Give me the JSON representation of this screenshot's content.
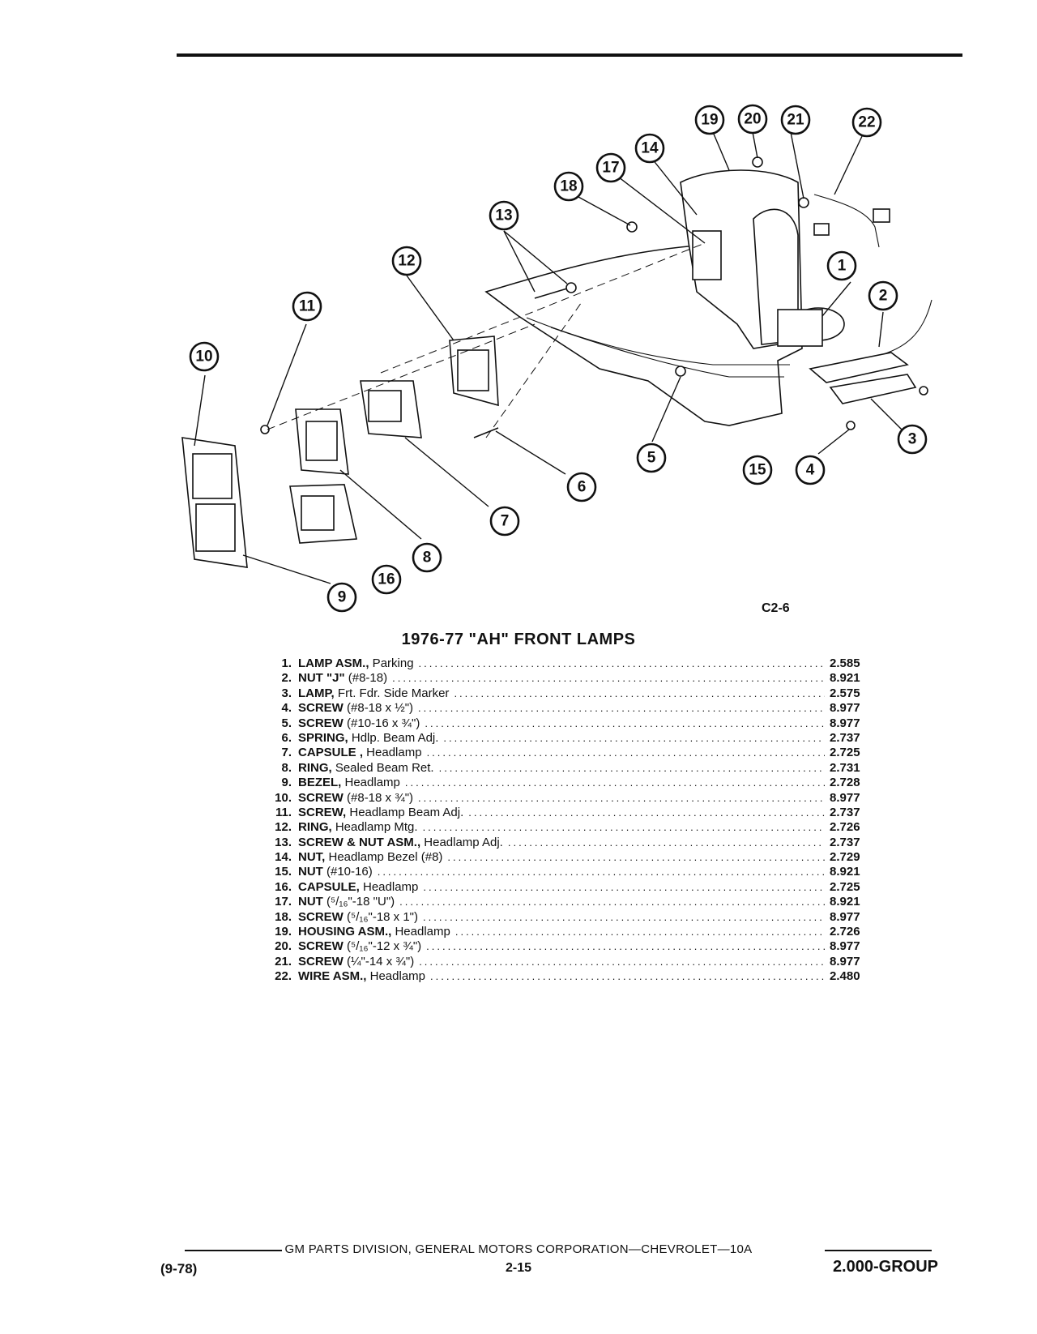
{
  "figure": {
    "code": "C2-6",
    "callouts": [
      "1",
      "2",
      "3",
      "4",
      "5",
      "6",
      "7",
      "8",
      "9",
      "10",
      "11",
      "12",
      "13",
      "14",
      "15",
      "16",
      "17",
      "18",
      "19",
      "20",
      "21",
      "22"
    ]
  },
  "section_title": "1976-77 \"AH\" FRONT LAMPS",
  "parts": [
    {
      "no": "1.",
      "name": "LAMP ASM.,",
      "desc": " Parking",
      "code": "2.585"
    },
    {
      "no": "2.",
      "name": "NUT \"J\"",
      "desc": " (#8-18)",
      "code": "8.921"
    },
    {
      "no": "3.",
      "name": "LAMP,",
      "desc": " Frt. Fdr. Side Marker",
      "code": "2.575"
    },
    {
      "no": "4.",
      "name": "SCREW",
      "desc": " (#8-18 x ½\")",
      "code": "8.977"
    },
    {
      "no": "5.",
      "name": "SCREW",
      "desc": " (#10-16 x ¾\")",
      "code": "8.977"
    },
    {
      "no": "6.",
      "name": "SPRING,",
      "desc": " Hdlp. Beam Adj.",
      "code": "2.737"
    },
    {
      "no": "7.",
      "name": "CAPSULE ,",
      "desc": " Headlamp",
      "code": "2.725"
    },
    {
      "no": "8.",
      "name": "RING,",
      "desc": " Sealed Beam Ret.",
      "code": "2.731"
    },
    {
      "no": "9.",
      "name": "BEZEL,",
      "desc": " Headlamp",
      "code": "2.728"
    },
    {
      "no": "10.",
      "name": "SCREW",
      "desc": " (#8-18 x ¾\")",
      "code": "8.977"
    },
    {
      "no": "11.",
      "name": "SCREW,",
      "desc": " Headlamp Beam Adj.",
      "code": "2.737"
    },
    {
      "no": "12.",
      "name": "RING,",
      "desc": " Headlamp Mtg.",
      "code": "2.726"
    },
    {
      "no": "13.",
      "name": "SCREW & NUT ASM.,",
      "desc": " Headlamp Adj.",
      "code": "2.737"
    },
    {
      "no": "14.",
      "name": "NUT,",
      "desc": " Headlamp Bezel (#8)",
      "code": "2.729"
    },
    {
      "no": "15.",
      "name": "NUT",
      "desc": " (#10-16)",
      "code": "8.921"
    },
    {
      "no": "16.",
      "name": "CAPSULE,",
      "desc": " Headlamp",
      "code": "2.725"
    },
    {
      "no": "17.",
      "name": "NUT",
      "desc": " (⁵/₁₆\"-18 \"U\")",
      "code": "8.921"
    },
    {
      "no": "18.",
      "name": "SCREW",
      "desc": " (⁵/₁₆\"-18 x 1\")",
      "code": "8.977"
    },
    {
      "no": "19.",
      "name": "HOUSING ASM.,",
      "desc": " Headlamp",
      "code": "2.726"
    },
    {
      "no": "20.",
      "name": "SCREW",
      "desc": " (⁵/₁₆\"-12 x ¾\")",
      "code": "8.977"
    },
    {
      "no": "21.",
      "name": "SCREW",
      "desc": " (¼\"-14 x ¾\")",
      "code": "8.977"
    },
    {
      "no": "22.",
      "name": "WIRE ASM.,",
      "desc": " Headlamp",
      "code": "2.480"
    }
  ],
  "footer": {
    "center": "GM PARTS DIVISION, GENERAL MOTORS CORPORATION—CHEVROLET—10A",
    "date": "(9-78)",
    "page": "2-15",
    "group": "2.000-GROUP"
  }
}
